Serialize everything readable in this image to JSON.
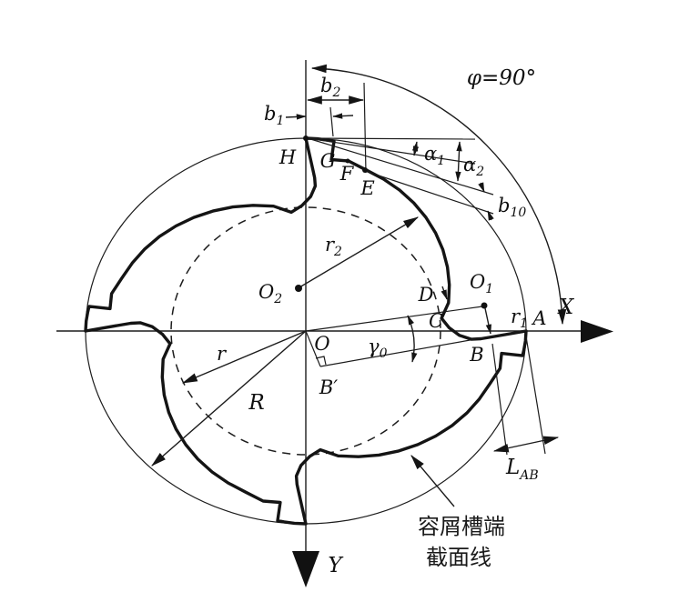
{
  "figure": {
    "labels": {
      "phi": "φ=90°",
      "b1": {
        "base": "b",
        "sub": "1"
      },
      "b2": {
        "base": "b",
        "sub": "2"
      },
      "b10": {
        "base": "b",
        "sub": "10"
      },
      "alpha1": {
        "base": "α",
        "sub": "1"
      },
      "alpha2": {
        "base": "α",
        "sub": "2"
      },
      "r1": {
        "base": "r",
        "sub": "1"
      },
      "r2": {
        "base": "r",
        "sub": "2"
      },
      "O1": {
        "base": "O",
        "sub": "1"
      },
      "O2": {
        "base": "O",
        "sub": "2"
      },
      "gamma0": {
        "base": "γ",
        "sub": "0"
      },
      "LAB": {
        "base": "L",
        "sub": "AB"
      },
      "points": {
        "H": "H",
        "G": "G",
        "F": "F",
        "E": "E",
        "D": "D",
        "C": "C",
        "B": "B",
        "A": "A",
        "O": "O",
        "Bprime": "B′"
      },
      "radii": {
        "r": "r",
        "R": "R"
      },
      "axes": {
        "x": "X",
        "y": "Y"
      }
    },
    "annotation": {
      "line1": "容屑槽端",
      "line2": "截面线"
    },
    "colors": {
      "ink": "#141414",
      "background": "#ffffff"
    }
  }
}
